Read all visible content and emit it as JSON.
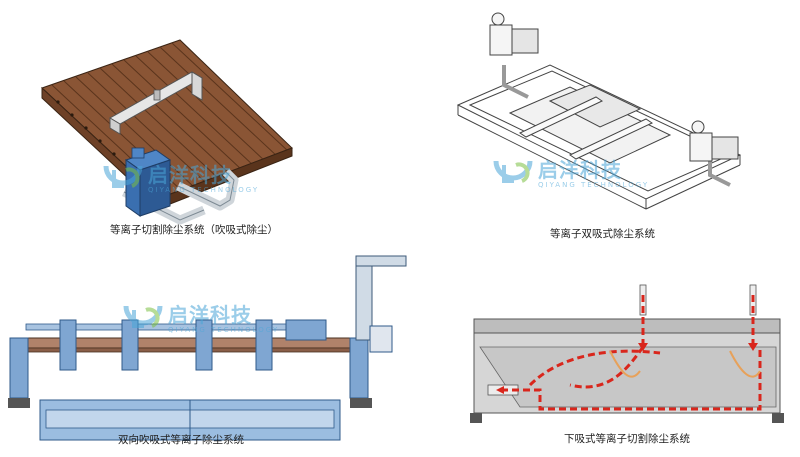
{
  "captions": {
    "top_left": "等离子切割除尘系统（吹吸式除尘）",
    "top_right": "等离子双吸式除尘系统",
    "bottom_left": "双向吹吸式等离子除尘系统",
    "bottom_right": "下吸式等离子切割除尘系统"
  },
  "watermark": {
    "chinese": "启洋科技",
    "english": "QIYANG TECHNOLOGY"
  },
  "colors": {
    "grate": "#7a4a2c",
    "collector": "#3a6fb0",
    "machine": "#5d8fc7",
    "arrow": "#d9261c",
    "watermark": "#4aa6d8"
  }
}
